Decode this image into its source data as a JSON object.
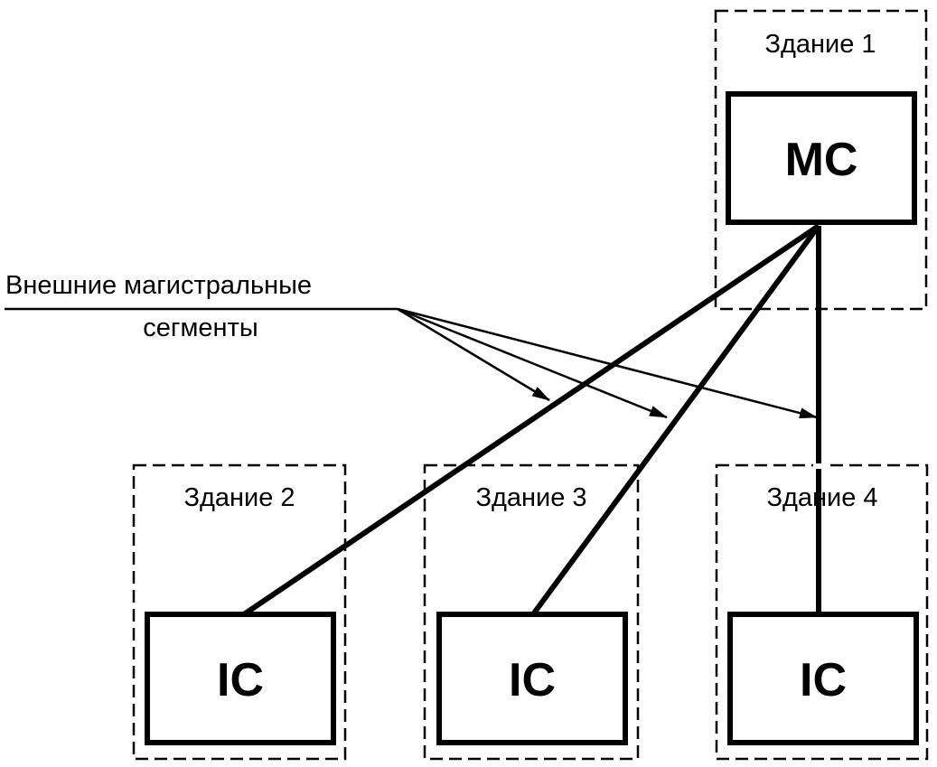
{
  "buildings": {
    "b1": {
      "label": "Здание 1",
      "node": "MC"
    },
    "b2": {
      "label": "Здание 2",
      "node": "IC"
    },
    "b3": {
      "label": "Здание 3",
      "node": "IC"
    },
    "b4": {
      "label": "Здание 4",
      "node": "IC"
    }
  },
  "caption": {
    "line1": "Внешние магистральные",
    "line2": "сегменты"
  },
  "colors": {
    "line": "#000000",
    "background": "#ffffff"
  }
}
